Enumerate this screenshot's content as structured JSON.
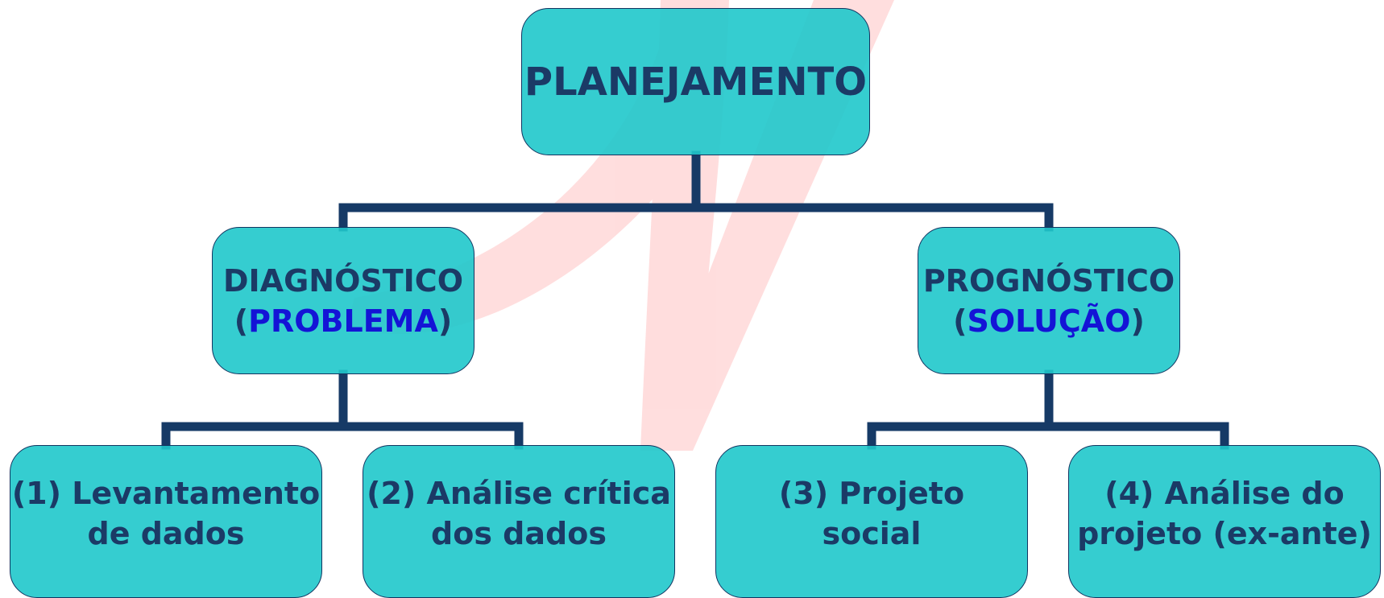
{
  "diagram": {
    "root": {
      "label": "PLANEJAMENTO"
    },
    "branches": [
      {
        "title": "DIAGNÓSTICO",
        "open": "(",
        "highlight": "PROBLEMA",
        "close": ")",
        "children": [
          {
            "lines": [
              "(1) Levantamento",
              "de dados"
            ]
          },
          {
            "lines": [
              "(2) Análise crítica",
              "dos dados"
            ]
          }
        ]
      },
      {
        "title": "PROGNÓSTICO",
        "open": "(",
        "highlight": "SOLUÇÃO",
        "close": ")",
        "children": [
          {
            "lines": [
              "(3) Projeto",
              "social"
            ]
          },
          {
            "lines": [
              "(4) Análise do",
              "projeto (ex-ante)"
            ]
          }
        ]
      }
    ]
  },
  "colors": {
    "box_fill": "#1fc8cb",
    "box_border": "#123560",
    "text": "#1b3a66",
    "highlight_text": "#1414d6",
    "connector": "#163a66",
    "watermark": "#ff5a5a"
  },
  "watermark": {
    "icon": "red-check-swoosh-logo"
  }
}
